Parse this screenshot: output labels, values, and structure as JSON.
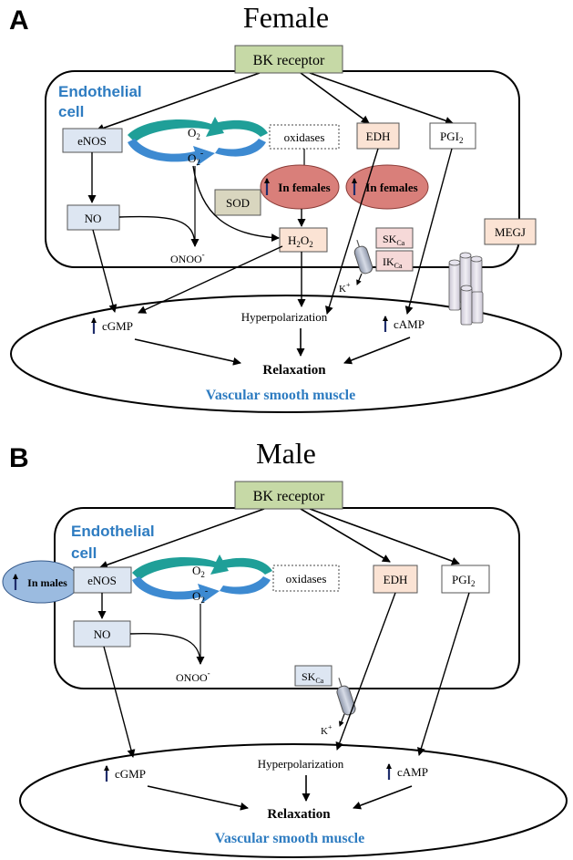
{
  "colors": {
    "receptor_fill": "#c6d9a6",
    "blue_box_fill": "#dde6f2",
    "peach_fill": "#fbe3d4",
    "pink_fill": "#f6d9d8",
    "sod_fill": "#d9d6bf",
    "ellipse_red": "#d97f7a",
    "ellipse_blue": "#9bbbe0",
    "teal_arrow": "#1f9f98",
    "blue_arrow": "#3d8ad1",
    "cell_label_blue": "#2e7cc1",
    "up_arrow_navy": "#1f2d6b",
    "channel_fill": "#aab3c6"
  },
  "panel_a": {
    "letter": "A",
    "title": "Female",
    "receptor": "BK receptor",
    "cell_label_1": "Endothelial",
    "cell_label_2": "cell",
    "enos": "eNOS",
    "no": "NO",
    "o2": "O",
    "o2_sub": "2",
    "superoxide": "O",
    "superoxide_sub": "2",
    "superoxide_sup": "-",
    "oxidases": "oxidases",
    "edh": "EDH",
    "pgi2": "PGI",
    "pgi2_sub": "2",
    "sod": "SOD",
    "in_females_1": "In females",
    "in_females_2": "In females",
    "h2o2_h": "H",
    "h2o2_sub1": "2",
    "h2o2_o": "O",
    "h2o2_sub2": "2",
    "onoo": "ONOO",
    "onoo_sup": "-",
    "skca": "SK",
    "skca_sub": "Ca",
    "ikca": "IK",
    "ikca_sub": "Ca",
    "k_plus": "K",
    "k_plus_sup": "+",
    "megj": "MEGJ",
    "cgmp": "cGMP",
    "hyperpolarization": "Hyperpolarization",
    "camp": "cAMP",
    "relaxation": "Relaxation",
    "vsm": "Vascular smooth muscle"
  },
  "panel_b": {
    "letter": "B",
    "title": "Male",
    "receptor": "BK receptor",
    "cell_label_1": "Endothelial",
    "cell_label_2": "cell",
    "in_males": "In males",
    "enos": "eNOS",
    "no": "NO",
    "o2": "O",
    "o2_sub": "2",
    "superoxide": "O",
    "superoxide_sub": "2",
    "superoxide_sup": "-",
    "oxidases": "oxidases",
    "edh": "EDH",
    "pgi2": "PGI",
    "pgi2_sub": "2",
    "onoo": "ONOO",
    "onoo_sup": "-",
    "skca": "SK",
    "skca_sub": "Ca",
    "k_plus": "K",
    "k_plus_sup": "+",
    "cgmp": "cGMP",
    "hyperpolarization": "Hyperpolarization",
    "camp": "cAMP",
    "relaxation": "Relaxation",
    "vsm": "Vascular smooth muscle"
  }
}
